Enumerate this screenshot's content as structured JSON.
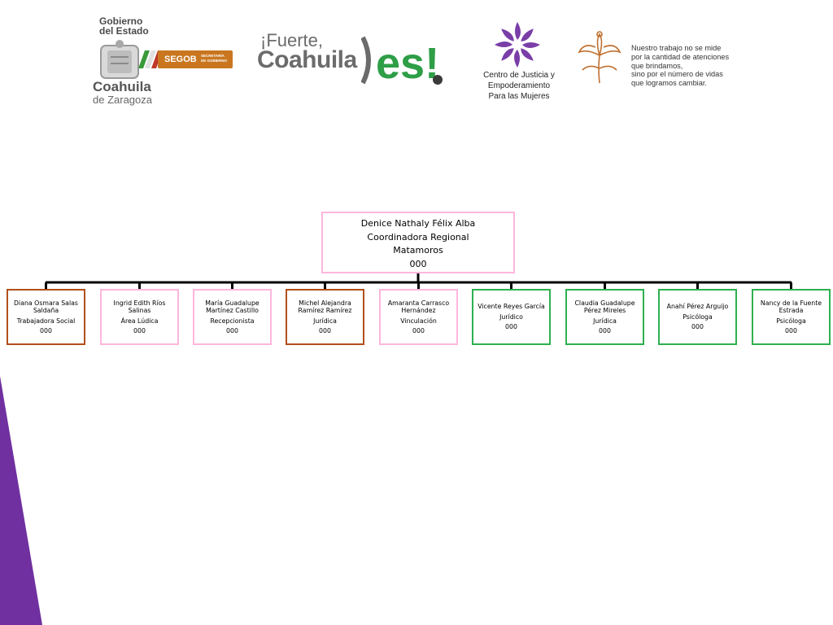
{
  "header": {
    "gobierno": {
      "line1": "Gobierno",
      "line2": "del Estado",
      "segob": "SEGOB",
      "secretaria": "SECRETARÍA DE GOBIERNO",
      "coahuila": "Coahuila",
      "zaragoza": "de Zaragoza"
    },
    "campaign": {
      "line1": "¡Fuerte,",
      "line2": "Coahuila",
      "es": "es!"
    },
    "centro": {
      "line1": "Centro de Justicia y",
      "line2": "Empoderamiento",
      "line3": "Para las Mujeres"
    },
    "quote": "Nuestro trabajo no se mide\npor la cantidad de atenciones\nque brindamos,\nsino por el número de vidas\nque logramos cambiar."
  },
  "org": {
    "head": {
      "name": "Denice Nathaly Félix Alba",
      "role": "Coordinadora Regional",
      "location": "Matamoros",
      "number": "000"
    },
    "staff": [
      {
        "name": "Diana Osmara Salas Saldaña",
        "role": "Trabajadora Social",
        "number": "000",
        "color": "#b1501a"
      },
      {
        "name": "Ingrid Edith Ríos Salinas",
        "role": "Área Lúdica",
        "number": "000",
        "color": "#ffb6dc"
      },
      {
        "name": "María Guadalupe Martínez Castillo",
        "role": "Recepcionista",
        "number": "000",
        "color": "#ffb6dc"
      },
      {
        "name": "Michel Alejandra Ramírez Ramírez",
        "role": "Jurídica",
        "number": "000",
        "color": "#b1501a"
      },
      {
        "name": "Amaranta Carrasco Hernández",
        "role": "Vinculación",
        "number": "000",
        "color": "#ffb6dc"
      },
      {
        "name": "Vicente Reyes García",
        "role": "Jurídico",
        "number": "000",
        "color": "#2eb050"
      },
      {
        "name": "Claudia Guadalupe Pérez Mireles",
        "role": "Jurídica",
        "number": "000",
        "color": "#2eb050"
      },
      {
        "name": "Anahí Pérez Arguijo",
        "role": "Psicóloga",
        "number": "000",
        "color": "#2eb050"
      },
      {
        "name": "Nancy de la Fuente Estrada",
        "role": "Psicóloga",
        "number": "000",
        "color": "#2eb050"
      }
    ]
  },
  "colors": {
    "accent_purple": "#7030a0",
    "connector": "#000000"
  }
}
